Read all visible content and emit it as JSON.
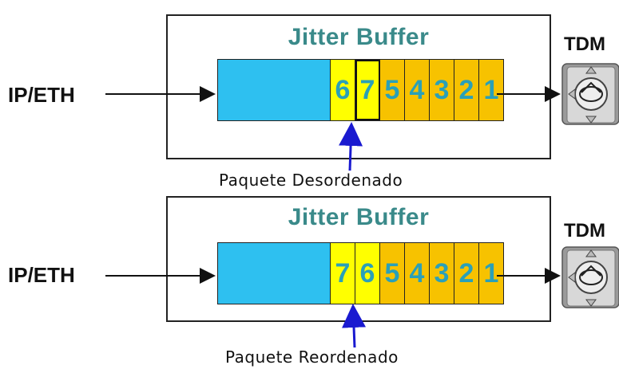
{
  "diagrams": [
    {
      "title": "Jitter Buffer",
      "input_label": "IP/ETH",
      "output_label": "TDM",
      "yellow_cells": [
        "6",
        "7"
      ],
      "orange_cells": [
        "5",
        "4",
        "3",
        "2",
        "1"
      ],
      "caption": "Paquete Desordenado"
    },
    {
      "title": "Jitter Buffer",
      "input_label": "IP/ETH",
      "output_label": "TDM",
      "yellow_cells": [
        "7",
        "6"
      ],
      "orange_cells": [
        "5",
        "4",
        "3",
        "2",
        "1"
      ],
      "caption": "Paquete Reordenado"
    }
  ],
  "colors": {
    "title": "#3a8a8a",
    "queue_area": "#2ec0f0",
    "packet_highlight": "#ffff00",
    "packet_normal": "#f7c200",
    "pointer_arrow": "#1a1ad0"
  },
  "icons": [
    "tdm-device-icon"
  ]
}
